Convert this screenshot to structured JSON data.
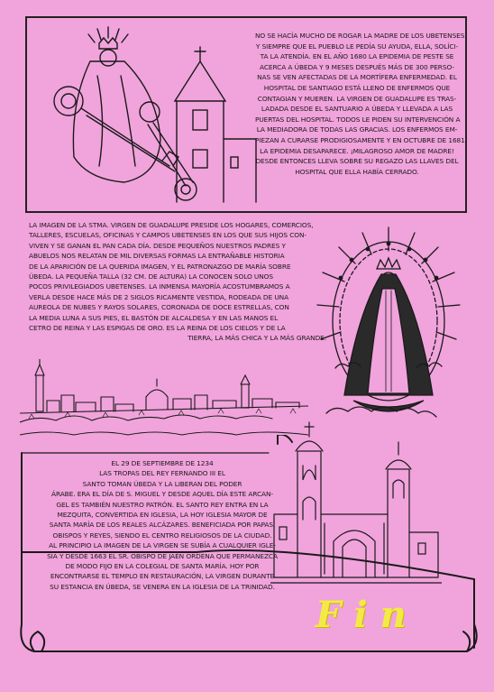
{
  "top_text": [
    "No se hacía mucho de rogar la madre de los ubetenses",
    "y siempre que el pueblo le pedía su ayuda, ella, solíci-",
    "ta la atendía. En el año 1680 la epidemia de peste se",
    "acerca a Úbeda y 9 meses después más de 300 perso-",
    "nas se ven afectadas de la mortífera enfermedad. El",
    "Hospital de Santiago está lleno de enfermos que",
    "contagian y mueren. La Virgen de Guadalupe es tras-",
    "ladada desde el Santuario a Úbeda y llevada a las",
    "puertas del hospital. Todos le piden su intervención a",
    "la mediadora de todas las gracias. Los enfermos em-",
    "piezan a curarse prodigiosamente y en octubre de 1681",
    "la epidemia desaparece. ¡Milagroso amor de Madre!",
    "Desde entonces lleva sobre su regazo las llaves del",
    "hospital que ella había cerrado."
  ],
  "middle_text": [
    "La imagen de la Stma. Virgen de Guadalupe preside los hogares, comercios,",
    "talleres, escuelas, oficinas y campos ubetenses en los que sus hijos con-",
    "viven y se ganan el pan cada día. Desde pequeños nuestros padres y",
    "abuelos nos relatan de mil diversas formas la entrañable historia",
    "de la aparición de la querida imagen, y el patronazgo de María sobre",
    "Úbeda. La pequeña talla (32 cm. de altura) la conocen solo unos",
    "pocos privilegiados ubetenses. La inmensa mayoría acostumbramos a",
    "verla desde hace más de 2 siglos ricamente vestida, rodeada de una",
    "aureola de nubes y rayos solares, coronada de doce estrellas, con",
    "la media luna a sus pies, el bastón de alcaldesa y en las manos el",
    "cetro de reina y las espigas de oro. Es la reina de los cielos y de la",
    "tierra, la más chica y la más grande."
  ],
  "bottom_text": [
    "El 29 de septiembre de 1234",
    "las tropas del rey Fernando III el",
    "Santo toman Úbeda y la liberan del poder",
    "árabe. Era el día de S. Miguel y desde aquel día este arcan-",
    "gel es también nuestro patrón. El santo rey entra en la",
    "mezquita, convertida en iglesia, la hoy Iglesia Mayor de",
    "Santa María de los Reales Alcázares. Beneficiada por papas,",
    "obispos y reyes, siendo el centro religiosos de la ciudad.",
    "Al principio la imagen de la Virgen se subía a cualquier igle-",
    "sia y desde 1663 el Sr. Obispo de Jaén ordena que permanezca",
    "de modo fijo en la Colegial de Santa María. Hoy por",
    "encontrarse el templo en restauración, la Virgen durante",
    "su estancia en Úbeda, se venera en la iglesia de la Trinidad."
  ],
  "fin": "Fin",
  "colors": {
    "background": "#f1a3dc",
    "fin": "#f4ea46"
  }
}
